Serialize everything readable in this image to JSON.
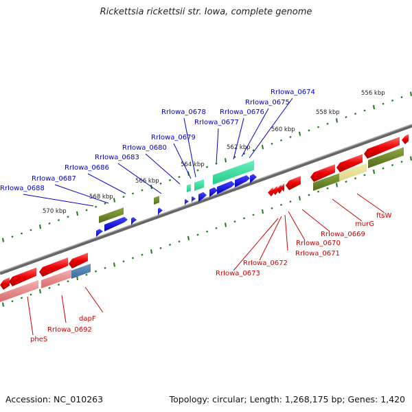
{
  "title": "Rickettsia rickettsii str. Iowa, complete genome",
  "footer": {
    "accession": "Accession: NC_010263",
    "summary": "Topology: circular; Length: 1,268,175 bp; Genes: 1,420"
  },
  "colors": {
    "backbone": "#808080",
    "forward_cds": "#0000dd",
    "reverse_cds": "#ee0000",
    "green_feature": "#6b8e23",
    "teal_feature": "#33dd99",
    "forward_label": "#0000cc",
    "reverse_label": "#cc0000",
    "tick": "#1a7a1a"
  },
  "scale_labels": [
    "556 kbp",
    "558 kbp",
    "560 kbp",
    "562 kbp",
    "564 kbp",
    "566 kbp",
    "568 kbp",
    "570 kbp"
  ],
  "forward_labels": [
    "RrIowa_0674",
    "RrIowa_0675",
    "RrIowa_0676",
    "RrIowa_0677",
    "RrIowa_0678",
    "RrIowa_0679",
    "RrIowa_0680",
    "RrIowa_0683",
    "RrIowa_0686",
    "RrIowa_0687",
    "RrIowa_0688"
  ],
  "reverse_labels": [
    "ftsW",
    "murG",
    "RrIowa_0669",
    "RrIowa_0670",
    "RrIowa_0671",
    "RrIowa_0672",
    "RrIowa_0673",
    "dapF",
    "RrIowa_0692",
    "pheS"
  ]
}
